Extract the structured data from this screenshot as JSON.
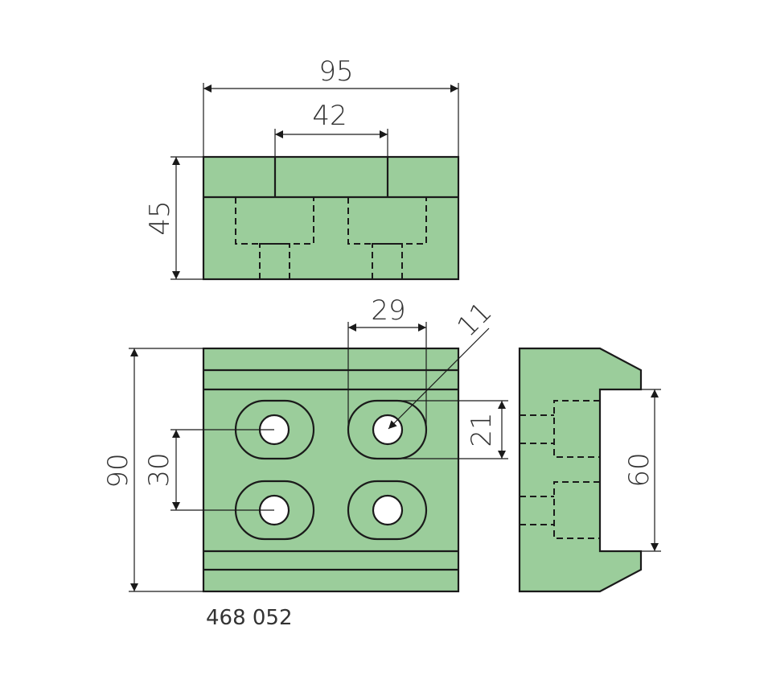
{
  "colors": {
    "part_fill": "#9bcd9b",
    "line": "#1a1a1a"
  },
  "dimensions": {
    "overall_width": "95",
    "slot_spacing_top": "42",
    "height": "45",
    "length": "90",
    "hole_spacing_vertical": "30",
    "hole_spacing_horizontal": "29",
    "hole_diameter": "11",
    "slot_width": "21",
    "side_recess": "60"
  },
  "part_number": "468 052"
}
